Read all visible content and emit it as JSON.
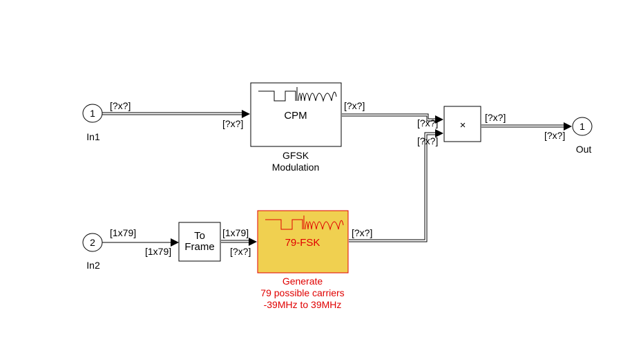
{
  "ports": {
    "in1": {
      "number": "1",
      "label": "In1"
    },
    "in2": {
      "number": "2",
      "label": "In2"
    },
    "out1": {
      "number": "1",
      "label": "Out"
    }
  },
  "blocks": {
    "cpm": {
      "title": "CPM",
      "caption_line1": "GFSK",
      "caption_line2": "Modulation"
    },
    "to_frame": {
      "line1": "To",
      "line2": "Frame"
    },
    "fsk79": {
      "title": "79-FSK",
      "caption_line1": "Generate",
      "caption_line2": "79 possible carriers",
      "caption_line3": "-39MHz to 39MHz"
    },
    "product": {
      "symbol": "×"
    }
  },
  "signal_dims": {
    "in1_out": "[?x?]",
    "cpm_in": "[?x?]",
    "cpm_out": "[?x?]",
    "product_in1": "[?x?]",
    "product_in2": "[?x?]",
    "product_out": "[?x?]",
    "out_in": "[?x?]",
    "in2_out": "[1x79]",
    "toframe_in": "[1x79]",
    "toframe_out": "[1x79]",
    "fsk_in": "[?x?]",
    "fsk_out": "[?x?]"
  },
  "colors": {
    "fsk_fill": "#f0d050",
    "fsk_border": "#e00000",
    "fsk_text": "#e00000",
    "line": "#000000"
  }
}
